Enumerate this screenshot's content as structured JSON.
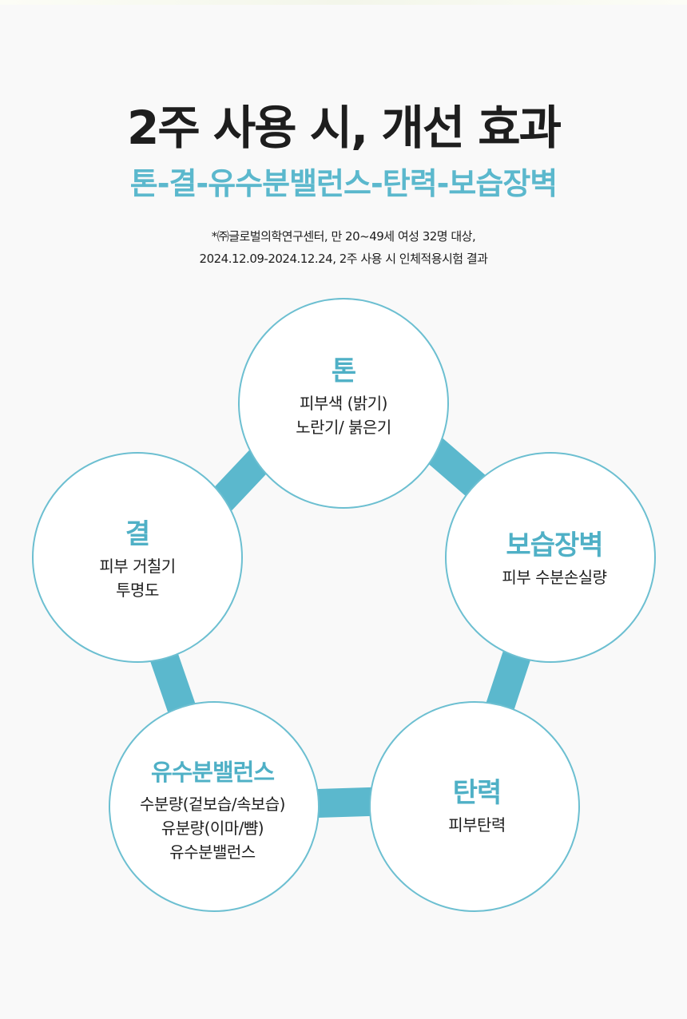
{
  "header": {
    "title": "2주 사용 시, 개선 효과",
    "subtitle": "톤-결-유수분밸런스-탄력-보습장벽",
    "note_line1": "*㈜글로벌의학연구센터, 만 20~49세 여성 32명 대상,",
    "note_line2": "2024.12.09-2024.12.24, 2주 사용 시 인체적용시험 결과"
  },
  "colors": {
    "accent": "#5bb8cd",
    "ring": "#5bb8cd",
    "circle_border": "#6cbfd1",
    "circle_fill": "#ffffff",
    "text": "#1e1e1e",
    "background": "#f9f9f9"
  },
  "items": [
    {
      "title": "톤",
      "lines": [
        "피부색 (밝기)",
        "노란기/ 붉은기"
      ]
    },
    {
      "title": "보습장벽",
      "lines": [
        "피부 수분손실량"
      ]
    },
    {
      "title": "탄력",
      "lines": [
        "피부탄력"
      ]
    },
    {
      "title": "유수분밸런스",
      "lines": [
        "수분량(겉보습/속보습)",
        "유분량(이마/뺨)",
        "유수분밸런스"
      ]
    },
    {
      "title": "결",
      "lines": [
        "피부 거칠기",
        "투명도"
      ]
    }
  ]
}
